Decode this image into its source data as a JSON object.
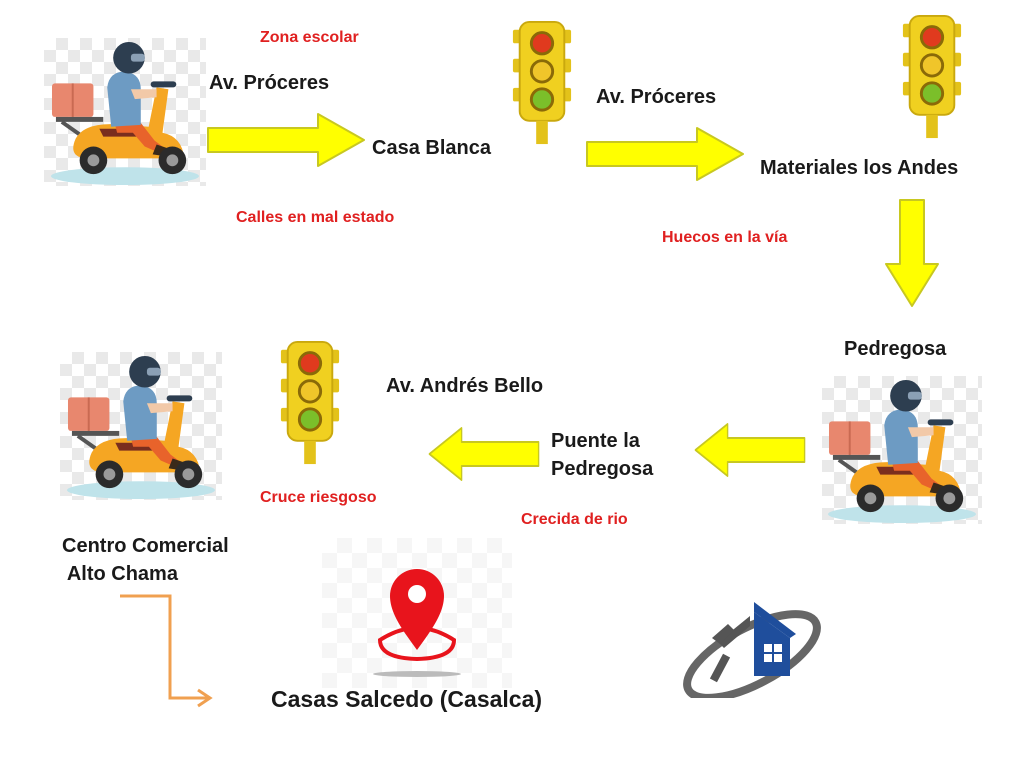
{
  "nodes": {
    "av_proceres_1": "Av. Próceres",
    "casa_blanca": "Casa Blanca",
    "av_proceres_2": "Av. Próceres",
    "materiales_los_andes": "Materiales los Andes",
    "pedregosa": "Pedregosa",
    "puente_line1": "Puente la",
    "puente_line2": "Pedregosa",
    "av_andres_bello": "Av. Andrés Bello",
    "centro_line1": "Centro Comercial",
    "centro_line2": " Alto Chama",
    "casas_salcedo": "Casas Salcedo (Casalca)"
  },
  "hazards": {
    "zona_escolar": "Zona escolar",
    "calles_mal_estado": "Calles en mal estado",
    "huecos_via": "Huecos en la vía",
    "cruce_riesgoso": "Cruce riesgoso",
    "crecida_rio": "Crecida de rio"
  },
  "colors": {
    "arrow_fill": "#ffff00",
    "arrow_stroke": "#c8c820",
    "hazard_text": "#e02020",
    "final_connector": "#f0a050",
    "scooter_body": "#f5a623",
    "traffic_light_body": "#f0d020",
    "pin": "#e8141c",
    "logo_blue": "#1f4e9c",
    "logo_gray": "#666666"
  },
  "icons": [
    "delivery-scooter-icon",
    "traffic-light-icon",
    "location-pin-icon",
    "construction-house-logo-icon"
  ]
}
